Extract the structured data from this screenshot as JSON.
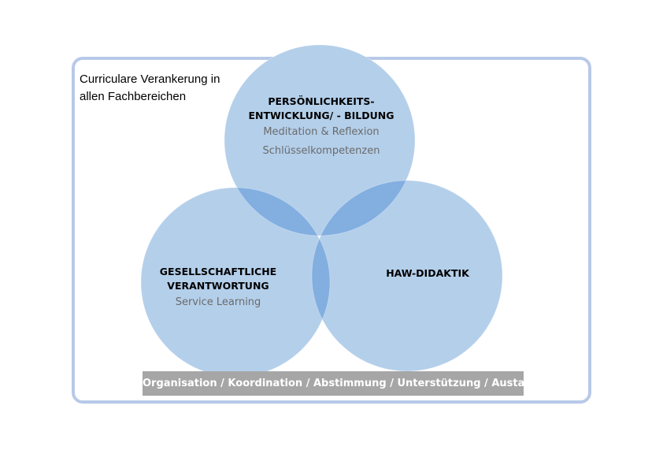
{
  "frame": {
    "caption_line1": "Curriculare Verankerung in",
    "caption_line2": "allen Fachbereichen"
  },
  "circles": {
    "top": {
      "heading_line1": "PERSÖNLICHKEITS-",
      "heading_line2": "ENTWICKLUNG/ - BILDUNG",
      "items": [
        "Meditation & Reflexion",
        "Schlüsselkompetenzen"
      ]
    },
    "left": {
      "heading_line1": "GESELLSCHAFTLICHE",
      "heading_line2": "VERANTWORTUNG",
      "items": [
        "Service Learning"
      ]
    },
    "right": {
      "heading_line1": "HAW-DIDAKTIK"
    }
  },
  "bottom_bar": {
    "label": "Organisation / Koordination / Abstimmung / Unterstützung / Austausch"
  },
  "colors": {
    "circle_fill": "#b4cfea",
    "overlap_fill": "#82aee0",
    "frame_border": "#b8c9e8",
    "bar_fill": "#a6a6a6"
  }
}
